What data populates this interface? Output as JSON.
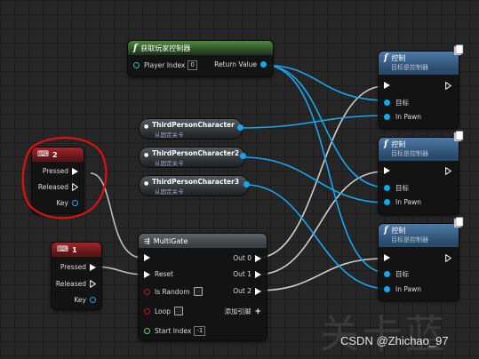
{
  "get_player_controller": {
    "title": "获取玩家控制器",
    "player_index_label": "Player Index",
    "player_index_value": "0",
    "return_value_label": "Return Value"
  },
  "ref_nodes": [
    {
      "title": "ThirdPersonCharacter",
      "subtitle": "从固定关卡"
    },
    {
      "title": "ThirdPersonCharacter2",
      "subtitle": "从固定关卡"
    },
    {
      "title": "ThirdPersonCharacter3",
      "subtitle": "从固定关卡"
    }
  ],
  "key2": {
    "title": "2",
    "pressed": "Pressed",
    "released": "Released",
    "key": "Key"
  },
  "key1": {
    "title": "1",
    "pressed": "Pressed",
    "released": "Released",
    "key": "Key"
  },
  "multigate": {
    "title": "MultiGate",
    "reset": "Reset",
    "is_random": "Is Random",
    "loop": "Loop",
    "start_index": "Start Index",
    "start_index_value": "-1",
    "out0": "Out 0",
    "out1": "Out 1",
    "out2": "Out 2",
    "add_pin": "添加引脚"
  },
  "possess_nodes": [
    {
      "title": "控制",
      "subtitle": "目标是控制器",
      "target": "目标",
      "in_pawn": "In Pawn"
    },
    {
      "title": "控制",
      "subtitle": "目标是控制器",
      "target": "目标",
      "in_pawn": "In Pawn"
    },
    {
      "title": "控制",
      "subtitle": "目标是控制器",
      "target": "目标",
      "in_pawn": "In Pawn"
    }
  ],
  "watermark": {
    "logo_text": "关卡蓝",
    "credit": "CSDN @Zhichao_97"
  },
  "colors": {
    "exec_wire": "#ffffff",
    "object_wire": "#16a7ef",
    "annotation": "#e01010"
  }
}
